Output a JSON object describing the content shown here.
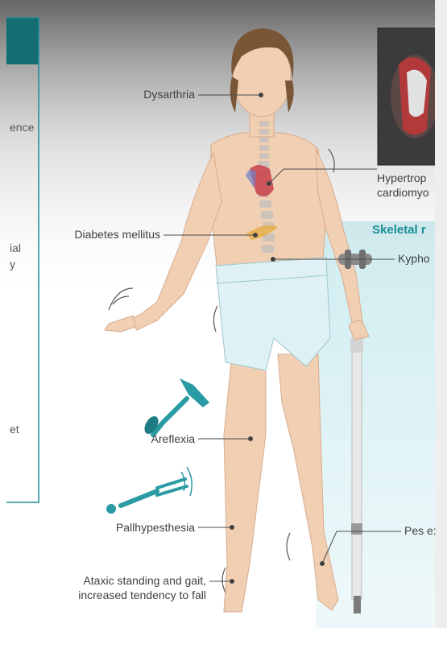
{
  "colors": {
    "teal_dark": "#136e72",
    "teal_light": "#c7eaee",
    "skin": "#f1cfb3",
    "shorts": "#dff1f4",
    "label_text": "#3f3f3f",
    "section_title": "#1b8e97"
  },
  "left_panel": {
    "fragments": [
      "ence",
      "ial",
      "y",
      "et"
    ]
  },
  "labels": {
    "dysarthria": "Dysarthria",
    "diabetes": "Diabetes mellitus",
    "areflexia": "Areflexia",
    "pallhypesthesia": "Pallhypesthesia",
    "ataxia_line1": "Ataxic standing and gait,",
    "ataxia_line2": "increased tendency to fall",
    "hypertrophic_line1": "Hypertrop",
    "hypertrophic_line2": "cardiomyo",
    "kyphoscoliosis": "Kypho",
    "pes_cavus": "Pes e:"
  },
  "right_panel": {
    "section_title": "Skeletal r"
  },
  "icons": [
    "heart-illustration-icon",
    "reflex-hammer-icon",
    "tuning-fork-icon",
    "crutch-icon",
    "elbow-brace-icon"
  ]
}
